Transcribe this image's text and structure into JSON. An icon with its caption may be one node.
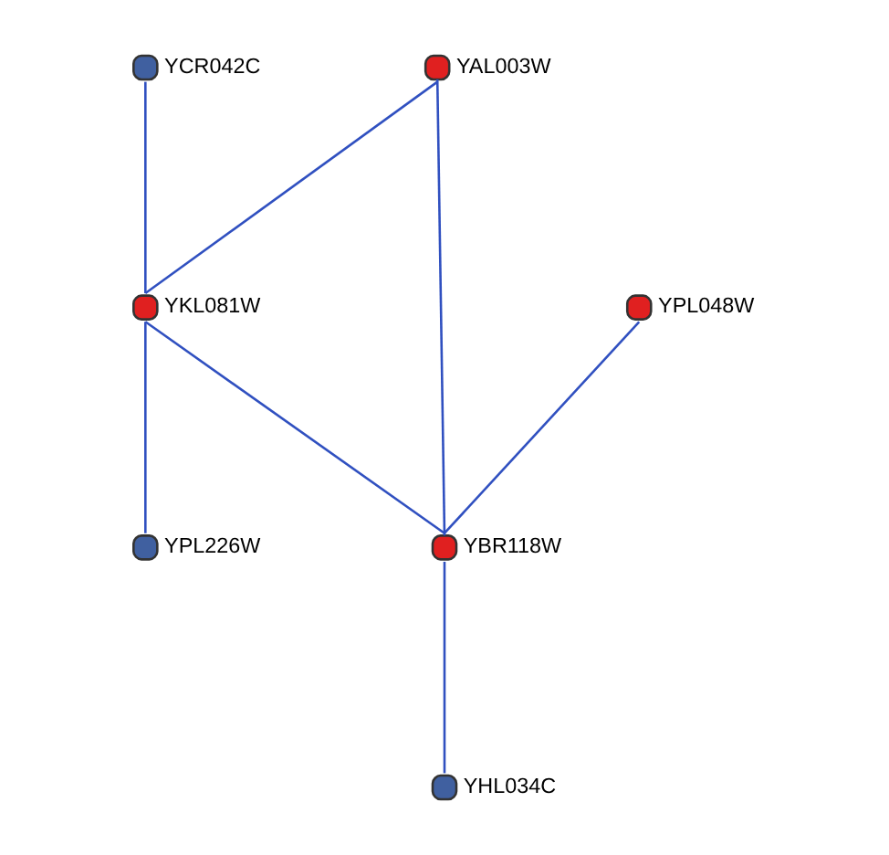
{
  "diagram": {
    "nodes": [
      {
        "text": [],
        "shape": "circle",
        "beside": [
          "YAL003W"
        ]
      },
      {
        "text": [],
        "shape": "circle",
        "beside": [
          "YCR042C"
        ]
      },
      {
        "text": [],
        "shape": "circle",
        "beside": [
          "YKL081W"
        ]
      },
      {
        "text": [],
        "shape": "circle",
        "beside": [
          "YPL048W"
        ]
      },
      {
        "text": [],
        "shape": "circle",
        "beside": [
          "YBR118W"
        ]
      },
      {
        "text": [],
        "shape": "circle",
        "beside": [
          "YPL226W"
        ]
      },
      {
        "text": [],
        "shape": "circle",
        "beside": [
          "YHL034C"
        ]
      }
    ],
    "edges": [
      {
        "from": 0,
        "to": 4,
        "arrow": "none"
      },
      {
        "from": 0,
        "to": 2,
        "arrow": "none"
      },
      {
        "from": 1,
        "to": 2,
        "arrow": "none"
      },
      {
        "from": 2,
        "to": 4,
        "arrow": "none"
      },
      {
        "from": 2,
        "to": 5,
        "arrow": "none"
      },
      {
        "from": 3,
        "to": 4,
        "arrow": "none"
      },
      {
        "from": 4,
        "to": 6,
        "arrow": "none"
      }
    ]
  }
}
